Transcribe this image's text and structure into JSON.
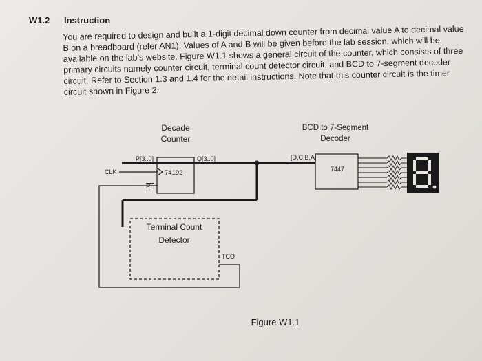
{
  "section": {
    "number": "W1.2",
    "title": "Instruction",
    "paragraph": "You are required to design and built a 1-digit decimal down counter from decimal value A to decimal value B on a breadboard (refer AN1). Values of A and B will be given before the lab session, which will be available on the lab’s website. Figure W1.1 shows a general circuit of the counter, which consists of three primary circuits namely counter circuit, terminal count detector circuit, and BCD to 7-segment decoder circuit. Refer to Section 1.3 and 1.4 for the detail instructions. Note that this counter circuit is the timer circuit shown in Figure 2."
  },
  "figure": {
    "decade_label_line1": "Decade",
    "decade_label_line2": "Counter",
    "bcd_label_line1": "BCD to 7-Segment",
    "bcd_label_line2": "Decoder",
    "p_label": "P[3..0]",
    "q_label": "Q[3..0]",
    "dcba_label": "[D,C,B,A]",
    "clk_label": "CLK",
    "counter_chip": "74192",
    "decoder_chip": "7447",
    "pl_label": "PL",
    "tcd_line1": "Terminal Count",
    "tcd_line2": "Detector",
    "tco_label": "TCO",
    "caption": "Figure W1.1"
  }
}
